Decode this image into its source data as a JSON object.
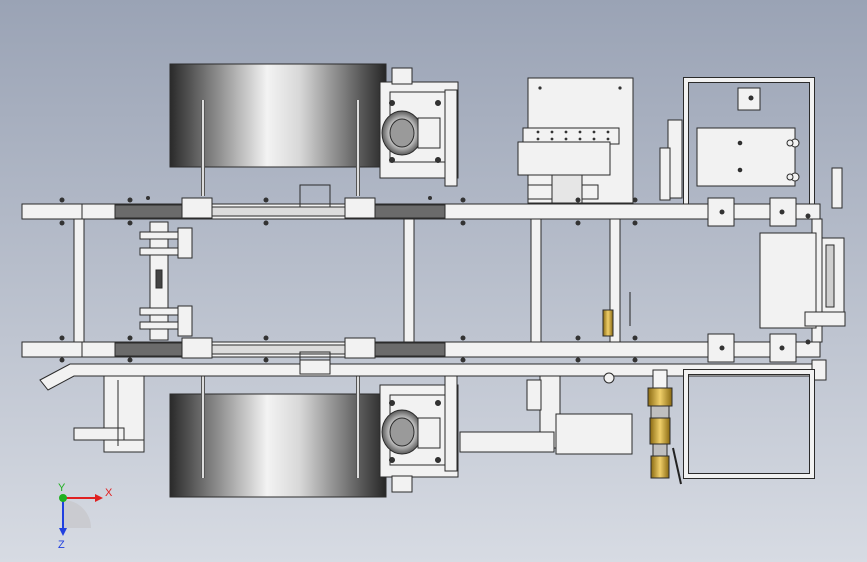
{
  "viewport": {
    "background_top": "#9aa3b5",
    "background_bottom": "#d7dbe3",
    "part_fill": "#f2f2f2",
    "part_stroke": "#2b2b2b",
    "tire_dark": "#2a2a2a",
    "tire_light": "#f0f0f0",
    "brass": "#c9a23a"
  },
  "triad": {
    "x_label": "X",
    "y_label": "Y",
    "z_label": "Z",
    "x_color": "#e02020",
    "y_color": "#20b020",
    "z_color": "#2040e0"
  }
}
